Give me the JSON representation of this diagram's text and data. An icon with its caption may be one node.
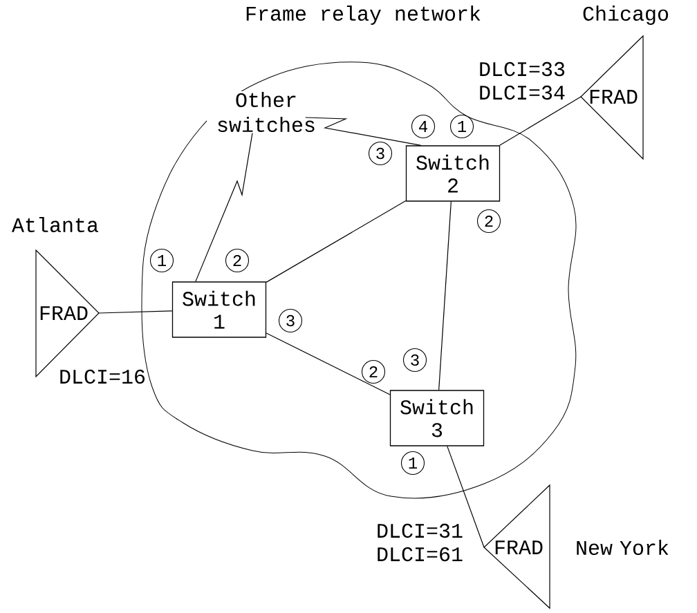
{
  "diagram": {
    "nodes": [
      {
        "text": [
          "Frame relay network"
        ]
      },
      {
        "text": [
          "Other switches"
        ],
        "in": 0
      },
      {
        "text": [
          "Switch 1"
        ],
        "in": 0
      },
      {
        "text": [
          "Switch 2"
        ],
        "in": 0
      },
      {
        "text": [
          "Switch 3"
        ],
        "in": 0
      },
      {
        "text": [
          "FRAD"
        ],
        "beside": [
          "Atlanta",
          "DLCI=16"
        ]
      },
      {
        "text": [
          "FRAD"
        ],
        "beside": [
          "Chicago",
          "DLCI=33 DLCI=34"
        ]
      },
      {
        "text": [
          "FRAD"
        ],
        "beside": [
          "New York",
          "DLCI=31 DLCI=61"
        ]
      }
    ],
    "edges": [
      {
        "from": 5,
        "to": 2,
        "arrow": "none"
      },
      {
        "from": 2,
        "to": 3,
        "arrow": "none"
      },
      {
        "from": 2,
        "to": 4,
        "arrow": "none"
      },
      {
        "from": 3,
        "to": 4,
        "arrow": "none"
      },
      {
        "from": 3,
        "to": 6,
        "arrow": "none"
      },
      {
        "from": 4,
        "to": 7,
        "arrow": "none"
      },
      {
        "from": 2,
        "to": 1,
        "arrow": "none"
      },
      {
        "from": 3,
        "to": 1,
        "arrow": "none"
      }
    ],
    "labels": [
      "4",
      "1",
      "3",
      "2",
      "1",
      "2",
      "3",
      "3",
      "2",
      "1"
    ]
  }
}
